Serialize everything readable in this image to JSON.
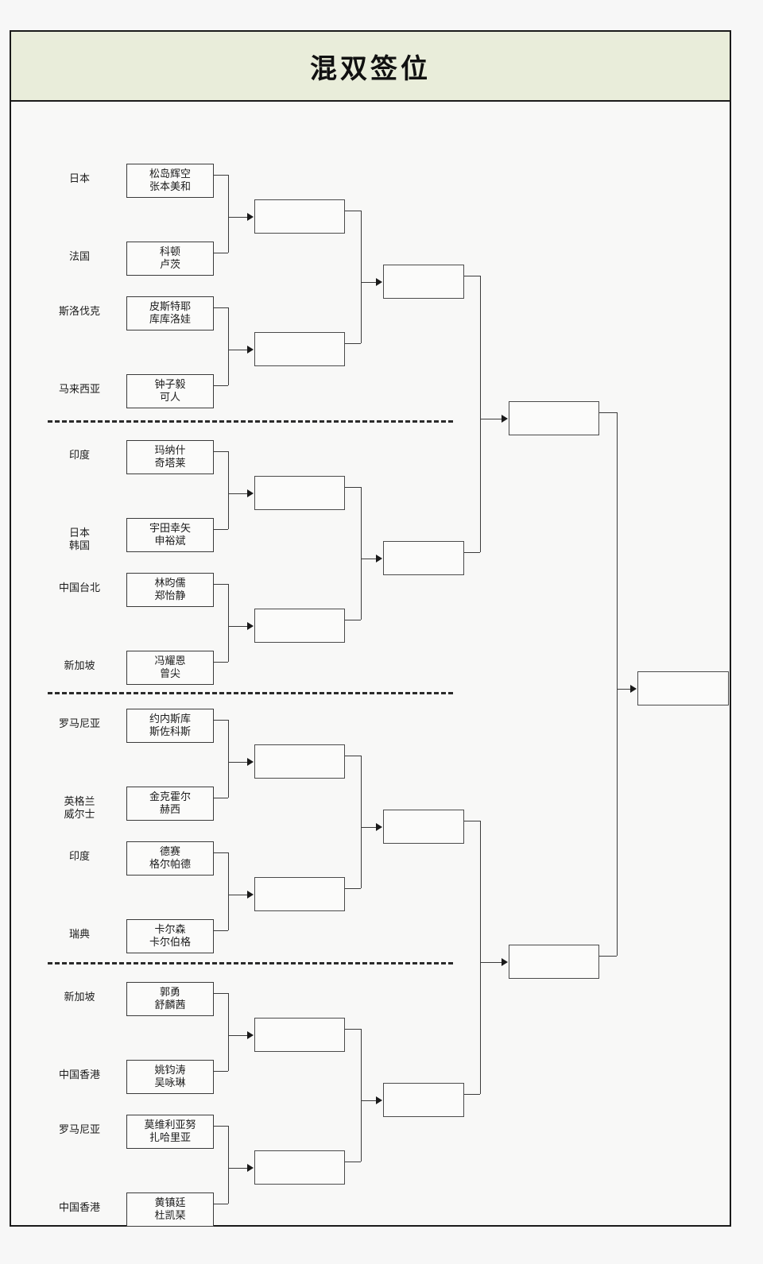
{
  "header": {
    "title": "混双签位"
  },
  "bracket": {
    "sections": [
      {
        "matches": [
          {
            "top": {
              "country": "日本",
              "players": [
                "松岛辉空",
                "张本美和"
              ]
            },
            "bottom": {
              "country": "法国",
              "players": [
                "科顿",
                "卢茨"
              ]
            }
          },
          {
            "top": {
              "country": "斯洛伐克",
              "players": [
                "皮斯特耶",
                "库库洛娃"
              ]
            },
            "bottom": {
              "country": "马来西亚",
              "players": [
                "钟子毅",
                "可人"
              ]
            }
          }
        ]
      },
      {
        "matches": [
          {
            "top": {
              "country": "印度",
              "players": [
                "玛纳什",
                "奇塔莱"
              ]
            },
            "bottom": {
              "country": "日本\n韩国",
              "players": [
                "宇田幸矢",
                "申裕斌"
              ]
            }
          },
          {
            "top": {
              "country": "中国台北",
              "players": [
                "林昀儒",
                "郑怡静"
              ]
            },
            "bottom": {
              "country": "新加坡",
              "players": [
                "冯耀恩",
                "曾尖"
              ]
            }
          }
        ]
      },
      {
        "matches": [
          {
            "top": {
              "country": "罗马尼亚",
              "players": [
                "约内斯库",
                "斯佐科斯"
              ]
            },
            "bottom": {
              "country": "英格兰\n威尔士",
              "players": [
                "金克霍尔",
                "赫西"
              ]
            }
          },
          {
            "top": {
              "country": "印度",
              "players": [
                "德赛",
                "格尔帕德"
              ]
            },
            "bottom": {
              "country": "瑞典",
              "players": [
                "卡尔森",
                "卡尔伯格"
              ]
            }
          }
        ]
      },
      {
        "matches": [
          {
            "top": {
              "country": "新加坡",
              "players": [
                "郭勇",
                "舒麟茜"
              ]
            },
            "bottom": {
              "country": "中国香港",
              "players": [
                "姚钧涛",
                "吴咏琳"
              ]
            }
          },
          {
            "top": {
              "country": "罗马尼亚",
              "players": [
                "莫维利亚努",
                "扎哈里亚"
              ]
            },
            "bottom": {
              "country": "中国香港",
              "players": [
                "黄镇廷",
                "杜凯琹"
              ]
            }
          }
        ]
      }
    ],
    "advance_slots": {
      "round2": [
        "",
        "",
        "",
        "",
        "",
        "",
        "",
        ""
      ],
      "round3": [
        "",
        "",
        "",
        ""
      ],
      "round4": [
        "",
        ""
      ],
      "final": [
        ""
      ]
    }
  },
  "colors": {
    "title_bg": "#e9edda",
    "frame": "#1a1a1a",
    "box_border": "#3a3a3a",
    "page_bg": "#f7f7f7",
    "canvas_bg": "#f8f8f7"
  }
}
